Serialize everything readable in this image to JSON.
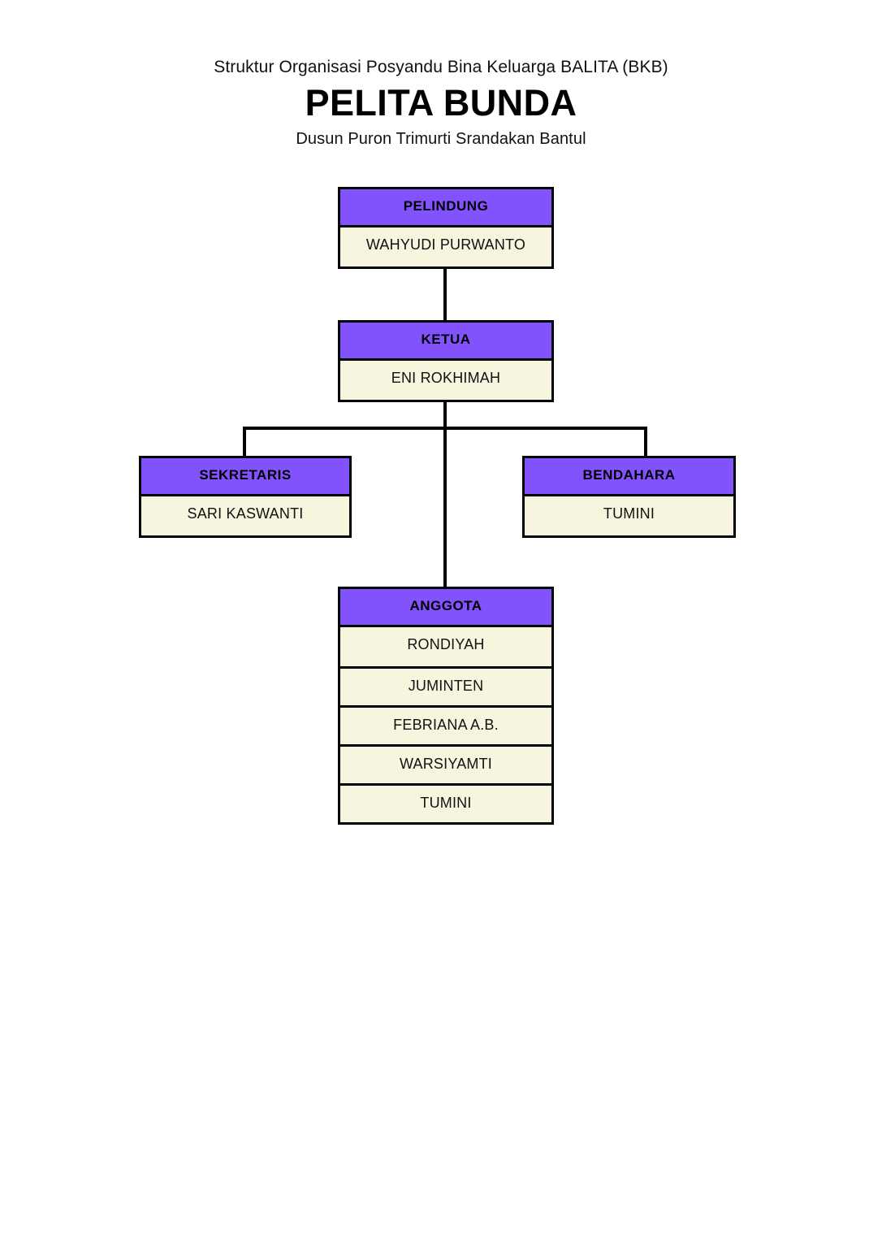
{
  "heading": {
    "line_top": "Struktur Organisasi Posyandu Bina Keluarga BALITA  (BKB)",
    "line_main": "PELITA BUNDA",
    "line_sub": "Dusun Puron Trimurti Srandakan Bantul"
  },
  "colors": {
    "header_fill": "#8252FC",
    "body_fill": "#F7F5DE",
    "border": "#000000",
    "page_background": "#FFFFFF",
    "text": "#000000"
  },
  "chart_data": {
    "type": "diagram",
    "subtype": "organizational-chart",
    "title": "Struktur Organisasi Posyandu Bina Keluarga BALITA  (BKB) PELITA BUNDA",
    "nodes": [
      {
        "id": "pelindung",
        "header": "PELINDUNG",
        "members": [
          "WAHYUDI PURWANTO"
        ],
        "level": 0,
        "parent": null
      },
      {
        "id": "ketua",
        "header": "KETUA",
        "members": [
          "ENI ROKHIMAH"
        ],
        "level": 1,
        "parent": "pelindung"
      },
      {
        "id": "sekretaris",
        "header": "SEKRETARIS",
        "members": [
          "SARI KASWANTI"
        ],
        "level": 2,
        "parent": "ketua"
      },
      {
        "id": "bendahara",
        "header": "BENDAHARA",
        "members": [
          "TUMINI"
        ],
        "level": 2,
        "parent": "ketua"
      },
      {
        "id": "anggota",
        "header": "ANGGOTA",
        "members": [
          "RONDIYAH",
          "JUMINTEN",
          "FEBRIANA A.B.",
          "WARSIYAMTI",
          "TUMINI"
        ],
        "level": 3,
        "parent": "ketua"
      }
    ],
    "edges": [
      {
        "from": "pelindung",
        "to": "ketua"
      },
      {
        "from": "ketua",
        "to": "sekretaris"
      },
      {
        "from": "ketua",
        "to": "bendahara"
      },
      {
        "from": "ketua",
        "to": "anggota"
      }
    ]
  }
}
